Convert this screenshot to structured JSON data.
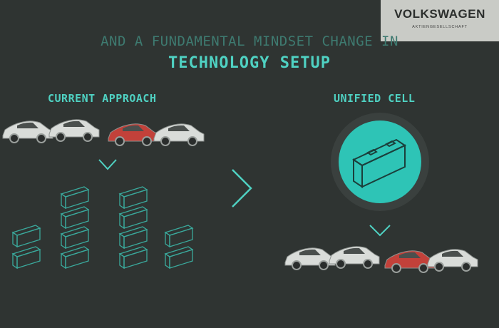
{
  "logo": {
    "brand": "VOLKSWAGEN",
    "sub": "AKTIENGESELLSCHAFT"
  },
  "headline": {
    "subtitle": "AND A FUNDAMENTAL MINDSET CHANGE IN",
    "title": "TECHNOLOGY SETUP"
  },
  "left": {
    "label": "CURRENT APPROACH"
  },
  "right": {
    "label": "UNIFIED CELL"
  },
  "colors": {
    "background": "#2f3432",
    "accent": "#4fd1c2",
    "accent_dim": "#3e7a70",
    "cell_circle": "#2ec4b6"
  }
}
